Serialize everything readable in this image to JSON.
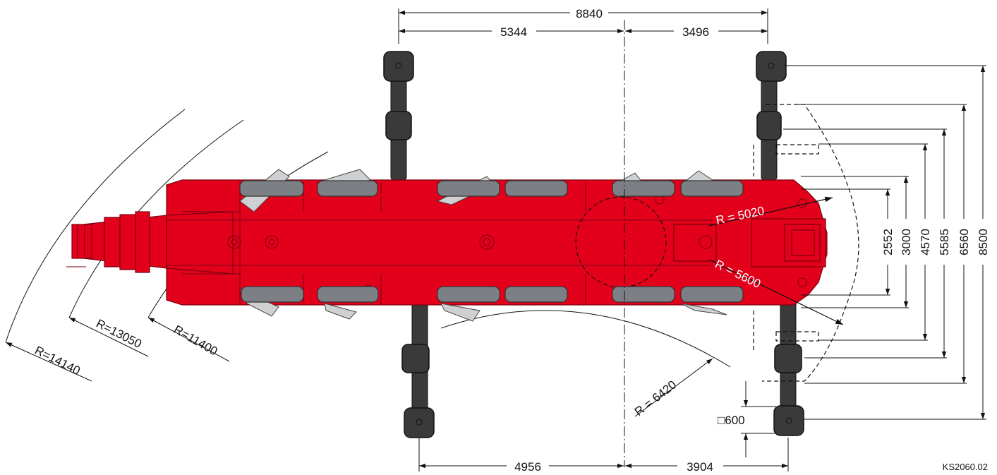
{
  "dimensions": {
    "top_total": "8840",
    "top_left": "5344",
    "top_right": "3496",
    "bottom_left": "4956",
    "bottom_right": "3904",
    "right_1": "2552",
    "right_2": "3000",
    "right_3": "4570",
    "right_4": "5585",
    "right_5": "6560",
    "right_6": "8500",
    "pad_size": "□600"
  },
  "radii": {
    "r1": "R=14140",
    "r2": "R=13050",
    "r3": "R=11400",
    "r4": "R = 6420",
    "r5": "R = 5020",
    "r6": "R = 5600"
  },
  "drawing_code": "KS2060.02",
  "colors": {
    "body": "#e3001b",
    "outrigger": "#3a3a3a",
    "tire": "#7c7f84"
  }
}
